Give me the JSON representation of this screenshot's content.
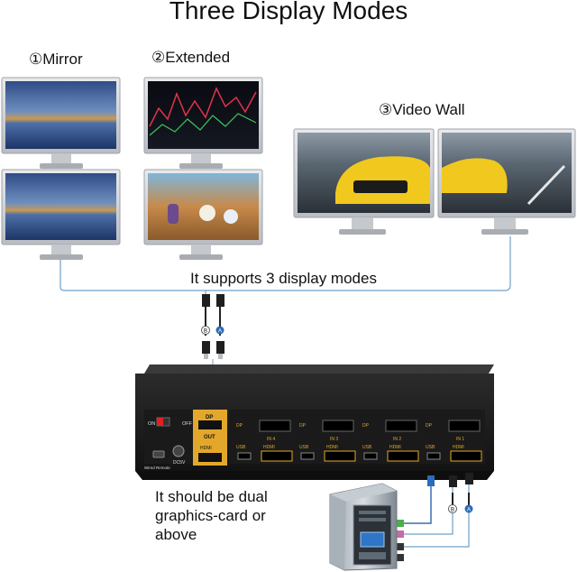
{
  "title": "Three Display Modes",
  "modes": [
    "①Mirror",
    "②Extended",
    "③Video Wall"
  ],
  "support_caption": "It supports 3 display modes",
  "note_lines": [
    "It should be dual",
    "graphics-card or",
    "above"
  ],
  "device": {
    "switch_on": "ON",
    "switch_off": "OFF",
    "dc_label": "DC5V",
    "wired_remote": "Wired Remote",
    "dp_out": "DP",
    "out": "OUT",
    "hdmi_out": "HDMI",
    "dp_in": [
      "DP",
      "DP",
      "DP",
      "DP"
    ],
    "in_ports": [
      "IN 4",
      "IN 3",
      "IN 2",
      "IN 1"
    ],
    "usb": [
      "USB",
      "USB",
      "USB",
      "USB"
    ],
    "hdmi_in": [
      "HDMI",
      "HDMI",
      "HDMI",
      "HDMI"
    ]
  },
  "cable_labels": [
    "B",
    "A",
    "B",
    "A"
  ],
  "colors": {
    "accent": "#e8b13a",
    "device": "#1c1c1c",
    "cable": "#6fa0c8"
  }
}
